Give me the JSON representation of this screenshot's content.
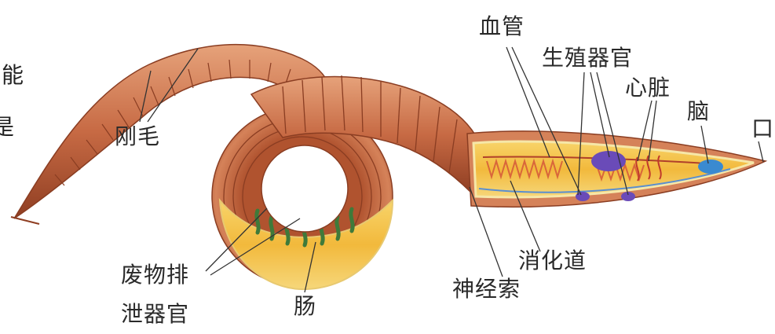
{
  "edge_text": {
    "top": "能",
    "bottom": "是"
  },
  "labels": {
    "bristles": "刚毛",
    "excretory_1": "废物排",
    "excretory_2": "泄器官",
    "intestine": "肠",
    "blood_vessel": "血管",
    "reproductive": "生殖器官",
    "heart": "心脏",
    "brain": "脑",
    "mouth": "口",
    "digestive_tract": "消化道",
    "nerve_cord": "神经索"
  },
  "colors": {
    "body": "#c86a45",
    "body_dark": "#8f3e22",
    "body_light": "#e39a70",
    "cut_fill": "#f4c24a",
    "cut_rim": "#f6e7a8",
    "organ_purple": "#6a4bb8",
    "brain_blue": "#3a8ad0",
    "excretory_green": "#3f7a3a"
  }
}
